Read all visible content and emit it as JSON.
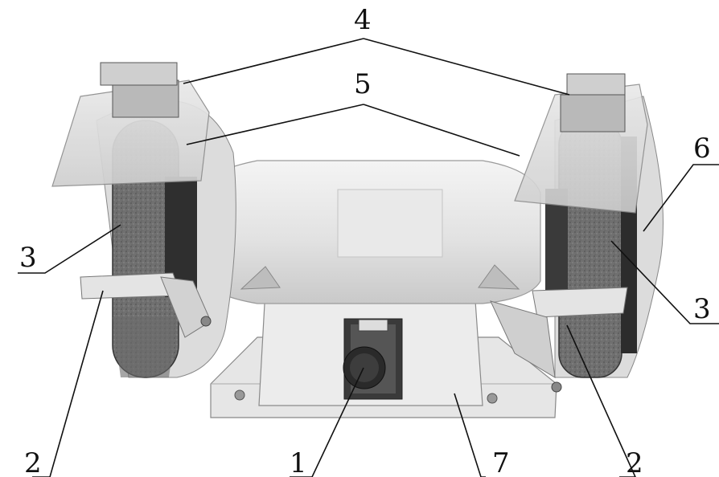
{
  "figure": {
    "callouts": [
      {
        "id": "label-4",
        "text": "4"
      },
      {
        "id": "label-5",
        "text": "5"
      },
      {
        "id": "label-6",
        "text": "6"
      },
      {
        "id": "label-3-left",
        "text": "3"
      },
      {
        "id": "label-3-right",
        "text": "3"
      },
      {
        "id": "label-2-left",
        "text": "2"
      },
      {
        "id": "label-1",
        "text": "1"
      },
      {
        "id": "label-7",
        "text": "7"
      },
      {
        "id": "label-2-right",
        "text": "2"
      }
    ]
  }
}
